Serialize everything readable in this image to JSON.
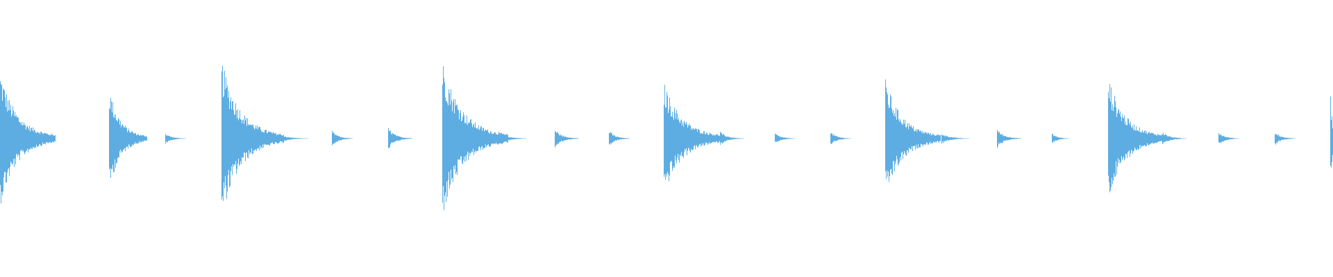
{
  "waveform": {
    "color": "#5dade2",
    "background": "#ffffff",
    "centerline_color": "#5dade2",
    "transients": [
      {
        "time": 0.0,
        "peak": 0.44,
        "decay": 80,
        "tail": 0.05
      },
      {
        "time": 0.082,
        "peak": 0.34,
        "decay": 55,
        "tail": 0.03
      },
      {
        "time": 0.124,
        "peak": 0.04,
        "decay": 30,
        "tail": 0.0
      },
      {
        "time": 0.166,
        "peak": 0.52,
        "decay": 90,
        "tail": 0.05
      },
      {
        "time": 0.208,
        "peak": 0.04,
        "decay": 45,
        "tail": 0.0
      },
      {
        "time": 0.249,
        "peak": 0.06,
        "decay": 30,
        "tail": 0.0
      },
      {
        "time": 0.291,
        "peak": 0.08,
        "decay": 35,
        "tail": 0.0
      },
      {
        "time": 0.332,
        "peak": 0.52,
        "decay": 95,
        "tail": 0.05
      },
      {
        "time": 0.374,
        "peak": 0.05,
        "decay": 40,
        "tail": 0.0
      },
      {
        "time": 0.416,
        "peak": 0.07,
        "decay": 35,
        "tail": 0.0
      },
      {
        "time": 0.457,
        "peak": 0.06,
        "decay": 30,
        "tail": 0.0
      },
      {
        "time": 0.498,
        "peak": 0.36,
        "decay": 85,
        "tail": 0.05
      },
      {
        "time": 0.54,
        "peak": 0.05,
        "decay": 35,
        "tail": 0.0
      },
      {
        "time": 0.581,
        "peak": 0.04,
        "decay": 30,
        "tail": 0.0
      },
      {
        "time": 0.623,
        "peak": 0.05,
        "decay": 30,
        "tail": 0.0
      },
      {
        "time": 0.664,
        "peak": 0.38,
        "decay": 80,
        "tail": 0.05
      },
      {
        "time": 0.706,
        "peak": 0.04,
        "decay": 40,
        "tail": 0.0
      },
      {
        "time": 0.748,
        "peak": 0.07,
        "decay": 35,
        "tail": 0.0
      },
      {
        "time": 0.789,
        "peak": 0.04,
        "decay": 25,
        "tail": 0.0
      },
      {
        "time": 0.831,
        "peak": 0.4,
        "decay": 80,
        "tail": 0.05
      },
      {
        "time": 0.872,
        "peak": 0.05,
        "decay": 35,
        "tail": 0.0
      },
      {
        "time": 0.914,
        "peak": 0.05,
        "decay": 30,
        "tail": 0.0
      },
      {
        "time": 0.956,
        "peak": 0.05,
        "decay": 30,
        "tail": 0.0
      },
      {
        "time": 0.998,
        "peak": 0.32,
        "decay": 10,
        "tail": 0.0
      }
    ]
  }
}
